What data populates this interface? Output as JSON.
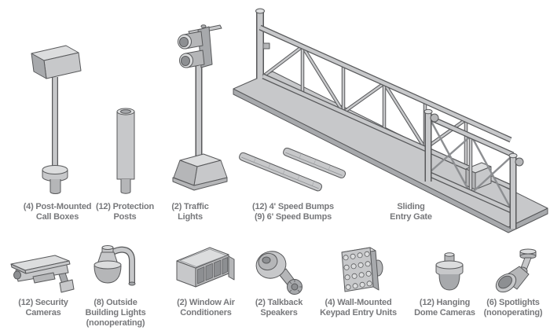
{
  "palette": {
    "light": "#dcddde",
    "base": "#c7c8ca",
    "mid": "#b5b6b8",
    "dark": "#a7a9ac",
    "darker": "#8d8f92",
    "outline": "#58595b",
    "text": "#77787b",
    "background": "#ffffff"
  },
  "items": {
    "top": [
      {
        "id": "post-mounted-call-boxes",
        "illustration": "post-mounted-call-box",
        "lines": [
          "(4) Post-Mounted",
          "Call Boxes"
        ]
      },
      {
        "id": "protection-posts",
        "illustration": "protection-post-bollard",
        "lines": [
          "(12) Protection",
          "Posts"
        ]
      },
      {
        "id": "traffic-lights",
        "illustration": "traffic-light-on-pole",
        "lines": [
          "(2) Traffic",
          "Lights"
        ]
      },
      {
        "id": "speed-bumps",
        "illustration": "two-speed-bumps",
        "lines": [
          "(12) 4' Speed Bumps",
          "(9) 6' Speed Bumps"
        ]
      },
      {
        "id": "sliding-entry-gate",
        "illustration": "sliding-truss-gate",
        "lines": [
          "Sliding",
          "Entry Gate"
        ]
      }
    ],
    "bottom": [
      {
        "id": "security-cameras",
        "illustration": "box-security-camera",
        "lines": [
          "(12) Security",
          "Cameras"
        ]
      },
      {
        "id": "outside-building-lights",
        "illustration": "gooseneck-building-light",
        "lines": [
          "(8) Outside",
          "Building Lights",
          "(nonoperating)"
        ]
      },
      {
        "id": "window-air-conditioners",
        "illustration": "window-air-conditioner",
        "lines": [
          "(2) Window Air",
          "Conditioners"
        ]
      },
      {
        "id": "talkback-speakers",
        "illustration": "horn-talkback-speaker",
        "lines": [
          "(2) Talkback",
          "Speakers"
        ]
      },
      {
        "id": "wall-mounted-keypad-entry-units",
        "illustration": "keypad-entry-unit",
        "lines": [
          "(4) Wall-Mounted",
          "Keypad Entry Units"
        ]
      },
      {
        "id": "hanging-dome-cameras",
        "illustration": "hanging-dome-camera",
        "lines": [
          "(12) Hanging",
          "Dome Cameras"
        ]
      },
      {
        "id": "spotlights",
        "illustration": "spotlight-fixture",
        "lines": [
          "(6) Spotlights",
          "(nonoperating)"
        ]
      }
    ]
  }
}
